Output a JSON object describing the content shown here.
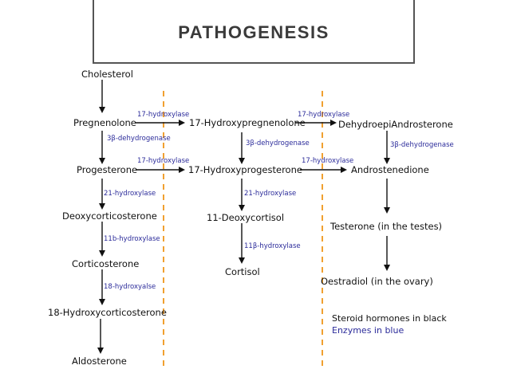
{
  "title": "PATHOGENESIS",
  "colors": {
    "hormone_text": "#111111",
    "enzyme_text": "#2b2b9a",
    "dashed_divider": "#f0a030",
    "arrow": "#111111"
  },
  "hormones": {
    "cholesterol": "Cholesterol",
    "pregnenolone": "Pregnenolone",
    "hydroxypregnenolone": "17-Hydroxypregnenolone",
    "dhea": "DehydroepiAndrosterone",
    "progesterone": "Progesterone",
    "hydroxyprogesterone": "17-Hydroxyprogesterone",
    "androstenedione": "Androstenedione",
    "deoxycorticosterone": "Deoxycorticosterone",
    "deoxycortisol": "11-Deoxycortisol",
    "testerone": "Testerone (in the testes)",
    "corticosterone": "Corticosterone",
    "cortisol": "Cortisol",
    "oestradiol": "Oestradiol (in the ovary)",
    "hydroxycorticosterone": "18-Hydroxycorticosterone",
    "aldosterone": "Aldosterone"
  },
  "enzymes": {
    "preg_to_17ohpreg": "17-hydroxylase",
    "17ohpreg_to_dhea": "17-hydroxylase",
    "preg_to_prog": "3β-dehydrogenase",
    "17ohpreg_to_17ohprog": "3β-dehydrogenase",
    "dhea_to_andro": "3β-dehydrogenase",
    "prog_to_17ohprog": "17-hydroxylase",
    "17ohprog_to_andro": "17-hydroxylase",
    "prog_to_doc": "21-hydroxylase",
    "17ohprog_to_11doc": "21-hydroxylase",
    "doc_to_cort": "11b-hydroxylase",
    "11doc_to_cortisol": "11β-hydroxylase",
    "cort_to_18oh": "18-hydroxyalse"
  },
  "legend": {
    "black_line": "Steroid hormones in black",
    "blue_line": "Enzymes in blue"
  }
}
